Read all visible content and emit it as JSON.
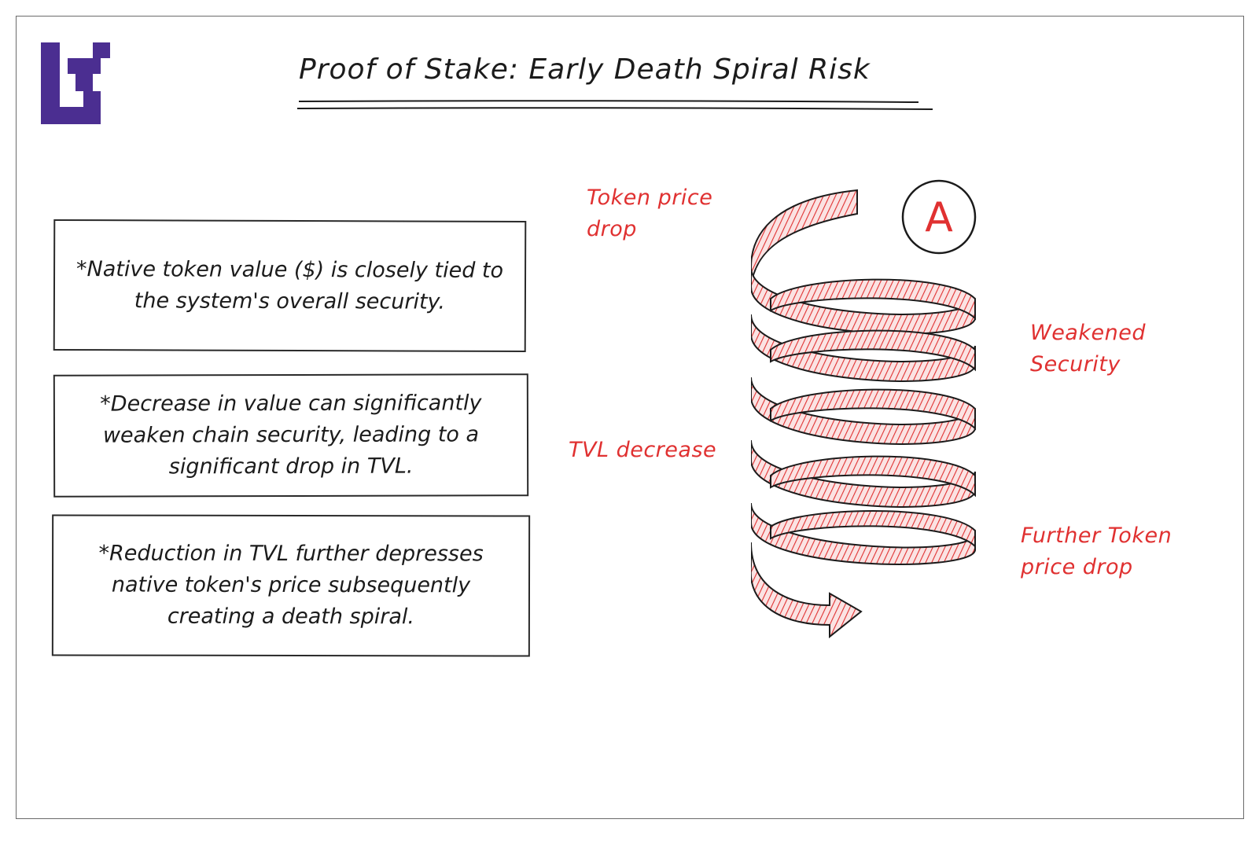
{
  "title": "Proof of Stake: Early Death Spiral Risk",
  "logo": {
    "icon": "pixel-logo",
    "color": "#4b2e91"
  },
  "boxes": [
    {
      "text": "*Native token value ($) is closely tied to the system's overall security."
    },
    {
      "text": "*Decrease in value can significantly weaken chain security, leading to a significant drop in TVL."
    },
    {
      "text": "*Reduction in TVL further depresses native token's price subsequently creating a death spiral."
    }
  ],
  "spiral": {
    "labels": {
      "token_price_drop": "Token price drop",
      "weakened_security": "Weakened Security",
      "tvl_decrease": "TVL decrease",
      "further_drop": "Further Token price drop"
    },
    "badge": "A",
    "color": "#e03131"
  }
}
